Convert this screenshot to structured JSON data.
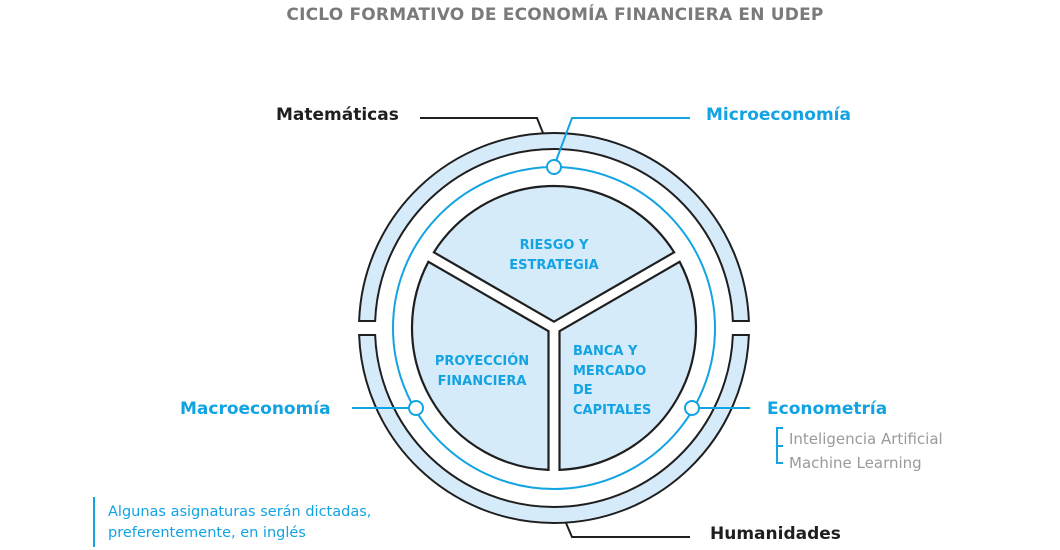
{
  "title": "CICLO FORMATIVO DE ECONOMÍA FINANCIERA EN UDEP",
  "outer_labels": {
    "matematicas": "Matemáticas",
    "microeconomia": "Microeconomía",
    "macroeconomia": "Macroeconomía",
    "econometria": "Econometría",
    "humanidades": "Humanidades"
  },
  "econometria_subitems": [
    "Inteligencia Artificial",
    "Machine Learning"
  ],
  "segments": {
    "top": [
      "RIESGO Y",
      "ESTRATEGIA"
    ],
    "left": [
      "PROYECCIÓN",
      "FINANCIERA"
    ],
    "right": [
      "BANCA Y",
      "MERCADO",
      "DE",
      "CAPITALES"
    ]
  },
  "note": [
    "Algunas asignaturas serán dictadas,",
    "preferentemente, en inglés"
  ],
  "colors": {
    "accent": "#12a3e3",
    "fill": "#d6ebf9",
    "stroke": "#1f1f1f",
    "title": "#7a7a7a"
  }
}
